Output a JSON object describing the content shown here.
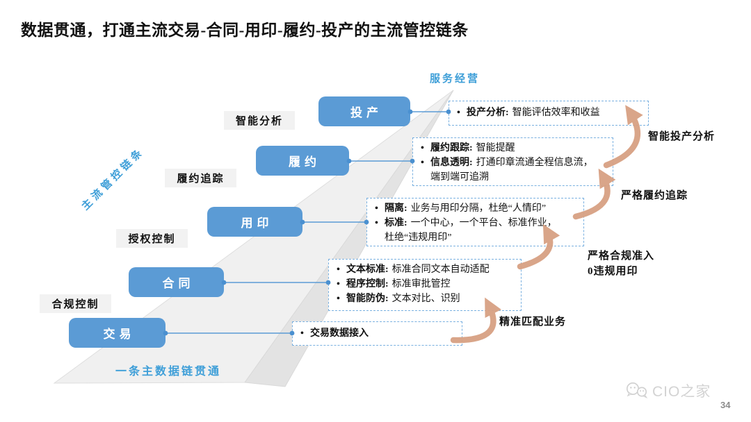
{
  "title": "数据贯通，打通主流交易-合同-用印-履约-投产的主流管控链条",
  "labels": {
    "top_chain": "服务经营",
    "left_chain": "主流管控链条",
    "bottom_chain": "一条主数据链贯通"
  },
  "colors": {
    "accent_blue": "#5b9bd5",
    "chain_blue": "#3f9fd8",
    "arrow_tan": "#d8a183"
  },
  "rows": [
    {
      "box": "投产",
      "side": "智能分析",
      "items": [
        {
          "head": "投产分析:",
          "tail": "智能评估效率和收益"
        }
      ],
      "result": "智能投产分析",
      "result_sub": ""
    },
    {
      "box": "履约",
      "side": "履约追踪",
      "items": [
        {
          "head": "履约跟踪:",
          "tail": "智能提醒"
        },
        {
          "head": "信息透明:",
          "tail": "打通印章流通全程信息流，\n端到端可追溯"
        }
      ],
      "result": "严格履约追踪",
      "result_sub": ""
    },
    {
      "box": "用印",
      "side": "授权控制",
      "items": [
        {
          "head": "隔离:",
          "tail": "业务与用印分隔，杜绝“人情印”"
        },
        {
          "head": "标准:",
          "tail": "一个中心，一个平台、标准作业，\n杜绝“违规用印”"
        }
      ],
      "result": "严格合规准入",
      "result_sub": "0违规用印"
    },
    {
      "box": "合同",
      "side": "合规控制",
      "items": [
        {
          "head": "文本标准:",
          "tail": "标准合同文本自动适配"
        },
        {
          "head": "程序控制:",
          "tail": "标准审批管控"
        },
        {
          "head": "智能防伪:",
          "tail": "文本对比、识别"
        }
      ],
      "result": "精准匹配业务",
      "result_sub": ""
    },
    {
      "box": "交易",
      "side": "",
      "items": [
        {
          "head": "交易数据接入",
          "tail": ""
        }
      ],
      "result": "",
      "result_sub": ""
    }
  ],
  "footer": {
    "logo_text": "CIO之家",
    "page_number": "34"
  }
}
